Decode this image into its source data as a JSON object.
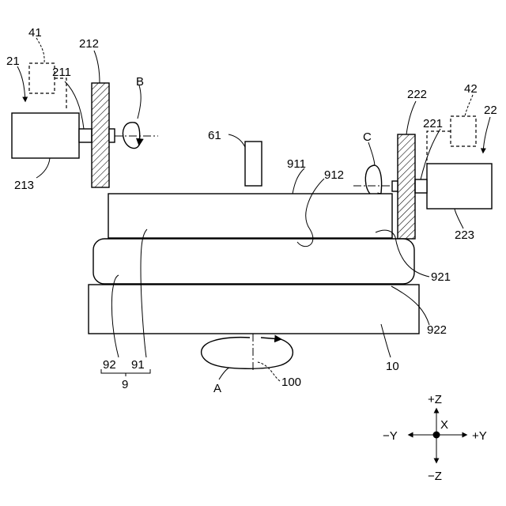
{
  "labels": {
    "unit_21": "21",
    "box_41": "41",
    "block_211": "211",
    "wheel_212": "212",
    "motor_213": "213",
    "rotation_b": "B",
    "unit_22": "22",
    "box_42": "42",
    "block_221": "221",
    "wheel_222": "222",
    "motor_223": "223",
    "rotation_c": "C",
    "sensor_61": "61",
    "surface_911": "911",
    "surface_912": "912",
    "edge_921": "921",
    "edge_922": "922",
    "layer_91": "91",
    "layer_92": "92",
    "workpiece_9": "9",
    "table_10": "10",
    "rotation_a": "A",
    "axis_100": "100"
  },
  "axes": {
    "plus_z": "+Z",
    "minus_z": "−Z",
    "plus_y": "+Y",
    "minus_y": "−Y",
    "x": "X"
  }
}
